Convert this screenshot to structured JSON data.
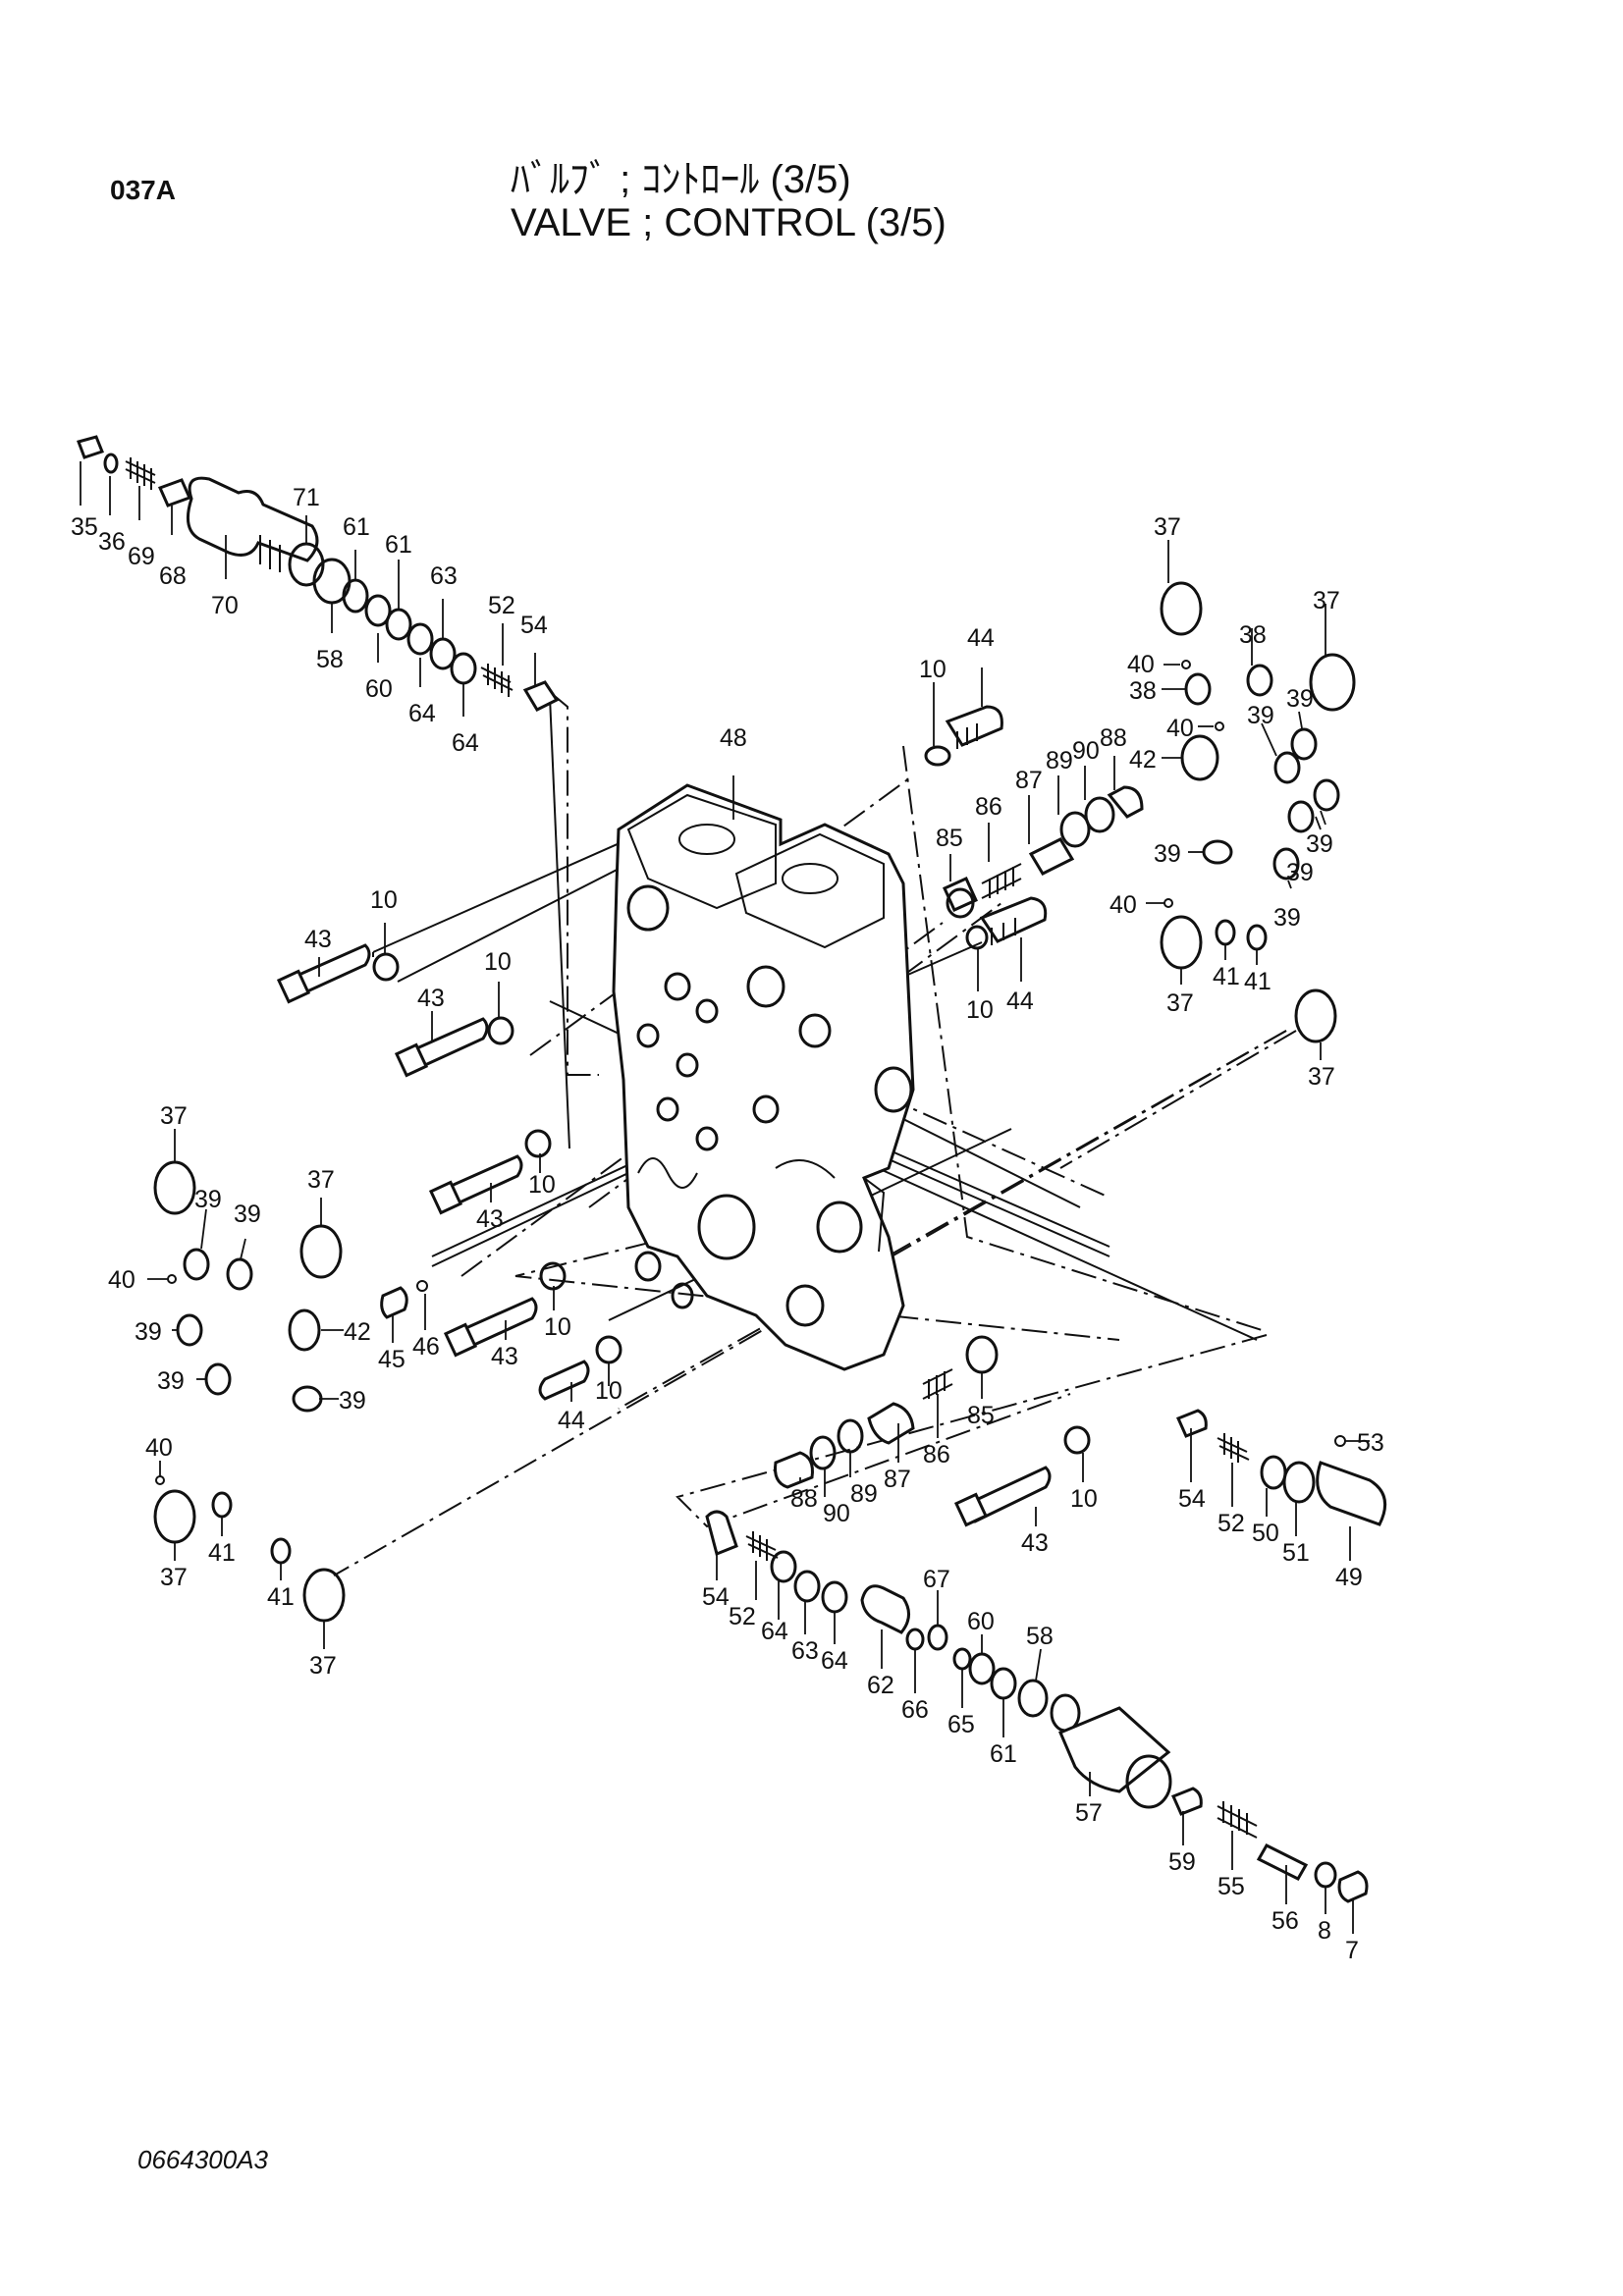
{
  "header": {
    "page_code": "037A",
    "title_jp": "ﾊﾞﾙﾌﾞ ; ｺﾝﾄﾛｰﾙ (3/5)",
    "title_en": "VALVE ; CONTROL (3/5)"
  },
  "footer": {
    "drawing_number": "0664300A3"
  },
  "callouts": [
    {
      "id": "c1",
      "text": "35"
    },
    {
      "id": "c2",
      "text": "36"
    },
    {
      "id": "c3",
      "text": "69"
    },
    {
      "id": "c4",
      "text": "68"
    },
    {
      "id": "c5",
      "text": "70"
    },
    {
      "id": "c6",
      "text": "71"
    },
    {
      "id": "c7",
      "text": "58"
    },
    {
      "id": "c8",
      "text": "61"
    },
    {
      "id": "c9",
      "text": "60"
    },
    {
      "id": "c10",
      "text": "61"
    },
    {
      "id": "c11",
      "text": "64"
    },
    {
      "id": "c12",
      "text": "63"
    },
    {
      "id": "c13",
      "text": "64"
    },
    {
      "id": "c14",
      "text": "52"
    },
    {
      "id": "c15",
      "text": "54"
    },
    {
      "id": "c16",
      "text": "48"
    },
    {
      "id": "c17",
      "text": "10"
    },
    {
      "id": "c18",
      "text": "44"
    },
    {
      "id": "c19",
      "text": "85"
    },
    {
      "id": "c20",
      "text": "86"
    },
    {
      "id": "c21",
      "text": "87"
    },
    {
      "id": "c22",
      "text": "89"
    },
    {
      "id": "c23",
      "text": "90"
    },
    {
      "id": "c24",
      "text": "88"
    },
    {
      "id": "c25",
      "text": "10"
    },
    {
      "id": "c26",
      "text": "44"
    },
    {
      "id": "c27",
      "text": "43"
    },
    {
      "id": "c28",
      "text": "10"
    },
    {
      "id": "c29",
      "text": "43"
    },
    {
      "id": "c30",
      "text": "10"
    },
    {
      "id": "c31",
      "text": "43"
    },
    {
      "id": "c32",
      "text": "10"
    },
    {
      "id": "c33",
      "text": "43"
    },
    {
      "id": "c34",
      "text": "10"
    },
    {
      "id": "c35",
      "text": "44"
    },
    {
      "id": "c36",
      "text": "10"
    },
    {
      "id": "c37",
      "text": "45"
    },
    {
      "id": "c38",
      "text": "46"
    },
    {
      "id": "c39",
      "text": "37"
    },
    {
      "id": "c40",
      "text": "40"
    },
    {
      "id": "c41",
      "text": "38"
    },
    {
      "id": "c42",
      "text": "38"
    },
    {
      "id": "c43",
      "text": "37"
    },
    {
      "id": "c44",
      "text": "40"
    },
    {
      "id": "c45",
      "text": "42"
    },
    {
      "id": "c46",
      "text": "39"
    },
    {
      "id": "c47",
      "text": "39"
    },
    {
      "id": "c48",
      "text": "39"
    },
    {
      "id": "c49",
      "text": "39"
    },
    {
      "id": "c50",
      "text": "39"
    },
    {
      "id": "c51",
      "text": "39"
    },
    {
      "id": "c52",
      "text": "40"
    },
    {
      "id": "c53",
      "text": "37"
    },
    {
      "id": "c54",
      "text": "41"
    },
    {
      "id": "c55",
      "text": "41"
    },
    {
      "id": "c56",
      "text": "37"
    },
    {
      "id": "c57",
      "text": "37"
    },
    {
      "id": "c58",
      "text": "39"
    },
    {
      "id": "c59",
      "text": "39"
    },
    {
      "id": "c60",
      "text": "40"
    },
    {
      "id": "c61",
      "text": "37"
    },
    {
      "id": "c62",
      "text": "42"
    },
    {
      "id": "c63",
      "text": "39"
    },
    {
      "id": "c64",
      "text": "39"
    },
    {
      "id": "c65",
      "text": "39"
    },
    {
      "id": "c66",
      "text": "40"
    },
    {
      "id": "c67",
      "text": "37"
    },
    {
      "id": "c68",
      "text": "41"
    },
    {
      "id": "c69",
      "text": "41"
    },
    {
      "id": "c70",
      "text": "37"
    },
    {
      "id": "c71",
      "text": "85"
    },
    {
      "id": "c72",
      "text": "86"
    },
    {
      "id": "c73",
      "text": "87"
    },
    {
      "id": "c74",
      "text": "89"
    },
    {
      "id": "c75",
      "text": "90"
    },
    {
      "id": "c76",
      "text": "88"
    },
    {
      "id": "c77",
      "text": "43"
    },
    {
      "id": "c78",
      "text": "10"
    },
    {
      "id": "c79",
      "text": "54"
    },
    {
      "id": "c80",
      "text": "52"
    },
    {
      "id": "c81",
      "text": "50"
    },
    {
      "id": "c82",
      "text": "51"
    },
    {
      "id": "c83",
      "text": "53"
    },
    {
      "id": "c84",
      "text": "49"
    },
    {
      "id": "c85",
      "text": "54"
    },
    {
      "id": "c86",
      "text": "52"
    },
    {
      "id": "c87",
      "text": "64"
    },
    {
      "id": "c88",
      "text": "63"
    },
    {
      "id": "c89",
      "text": "64"
    },
    {
      "id": "c90",
      "text": "62"
    },
    {
      "id": "c91",
      "text": "67"
    },
    {
      "id": "c92",
      "text": "66"
    },
    {
      "id": "c93",
      "text": "65"
    },
    {
      "id": "c94",
      "text": "60"
    },
    {
      "id": "c95",
      "text": "61"
    },
    {
      "id": "c96",
      "text": "58"
    },
    {
      "id": "c97",
      "text": "57"
    },
    {
      "id": "c98",
      "text": "59"
    },
    {
      "id": "c99",
      "text": "55"
    },
    {
      "id": "c100",
      "text": "56"
    },
    {
      "id": "c101",
      "text": "8"
    },
    {
      "id": "c102",
      "text": "7"
    }
  ]
}
